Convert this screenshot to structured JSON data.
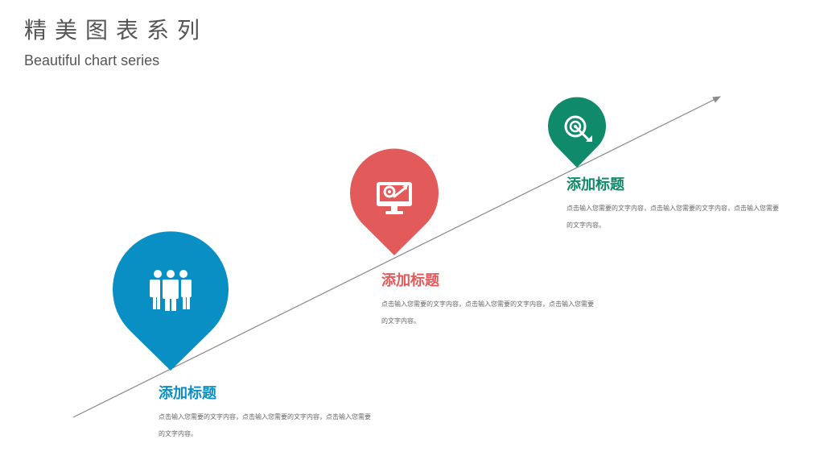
{
  "header": {
    "title_cn": "精美图表系列",
    "title_en": "Beautiful chart series"
  },
  "colors": {
    "step1": "#0a8fc4",
    "step2": "#e35a5a",
    "step3": "#0f8a6a",
    "arrow": "#8a8a8a"
  },
  "steps": [
    {
      "icon": "team-icon",
      "heading": "添加标题",
      "text": "点击输入您需要的文字内容，点击输入您需要的文字内容，点击输入您需要的文字内容。"
    },
    {
      "icon": "monitor-tools-icon",
      "heading": "添加标题",
      "text": "点击输入您需要的文字内容，点击输入您需要的文字内容，点击输入您需要的文字内容。"
    },
    {
      "icon": "target-icon",
      "heading": "添加标题",
      "text": "点击输入您需要的文字内容，点击输入您需要的文字内容，点击输入您需要的文字内容。"
    }
  ]
}
